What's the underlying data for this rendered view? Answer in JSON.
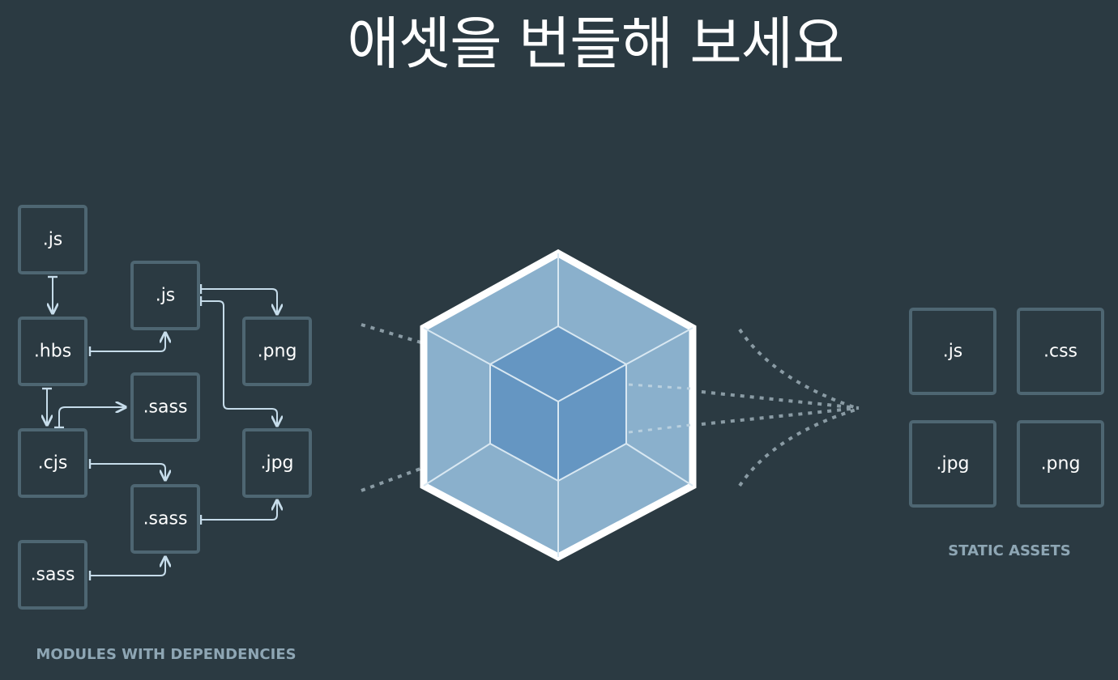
{
  "title": "애셋을 번들해 보세요",
  "modules": {
    "label": "MODULES WITH DEPENDENCIES",
    "items": [
      ".js",
      ".hbs",
      ".cjs",
      ".sass",
      ".js",
      ".sass",
      ".sass",
      ".png",
      ".jpg"
    ]
  },
  "assets": {
    "label": "STATIC ASSETS",
    "items": [
      ".js",
      ".css",
      ".jpg",
      ".png"
    ]
  },
  "colors": {
    "background": "#2b3a42",
    "box_border": "#4e6672",
    "arrow": "#c6dcea",
    "cube_outer": "#8ab0cc",
    "cube_inner": "#6596c2",
    "section_label": "#8ea6b4"
  }
}
